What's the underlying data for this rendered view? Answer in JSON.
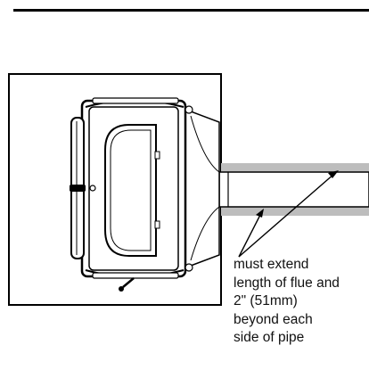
{
  "annotation": {
    "lines": [
      "must extend",
      "length of flue and",
      "2\" (51mm)",
      "beyond each",
      "side of pipe"
    ]
  }
}
